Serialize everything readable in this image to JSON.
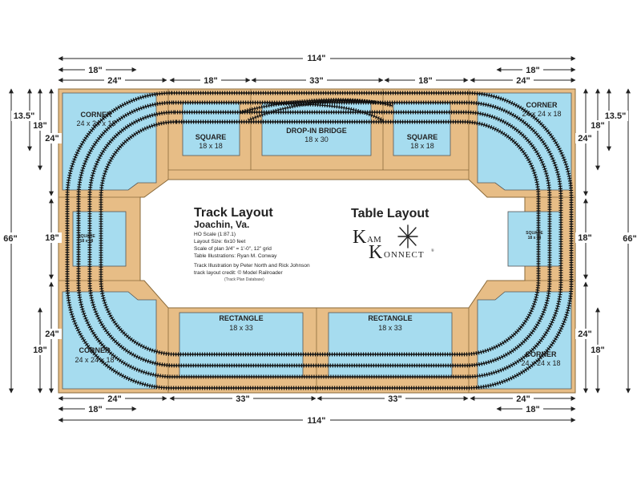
{
  "colors": {
    "table_tan": "#e7bd86",
    "table_edge": "#8a6a3a",
    "module_blue": "#a6dcef",
    "module_edge": "#555555",
    "track": "#111111",
    "dimension": "#222222"
  },
  "dimensions": {
    "top_total": "114\"",
    "top_18_left": "18\"",
    "top_18_right": "18\"",
    "top_24_left": "24\"",
    "top_18_mid_left": "18\"",
    "top_33_mid": "33\"",
    "top_18_mid_right": "18\"",
    "top_24_right": "24\"",
    "bottom_24_left": "24\"",
    "bottom_33_left": "33\"",
    "bottom_33_right": "33\"",
    "bottom_24_right": "24\"",
    "bottom_18_left": "18\"",
    "bottom_18_right": "18\"",
    "bottom_total": "114\"",
    "left_total": "66\"",
    "left_13_5": "13.5\"",
    "left_18_top": "18\"",
    "left_24_top": "24\"",
    "left_18_mid": "18\"",
    "left_24_bottom": "24\"",
    "left_18_bottom": "18\"",
    "right_total": "66\"",
    "right_13_5": "13.5\"",
    "right_18_top": "18\"",
    "right_24_top": "24\"",
    "right_18_mid": "18\"",
    "right_24_bottom": "24\"",
    "right_18_bottom": "18\""
  },
  "modules": {
    "corner_tl": {
      "title": "CORNER",
      "size": "24 x 24 x 18"
    },
    "square_top_left": {
      "title": "SQUARE",
      "size": "18 x 18"
    },
    "drop_in_bridge": {
      "title": "DROP-IN BRIDGE",
      "size": "18 x 30"
    },
    "square_top_right": {
      "title": "SQUARE",
      "size": "18 x 18"
    },
    "corner_tr": {
      "title": "CORNER",
      "size": "24 x 24 x 18"
    },
    "square_left": {
      "title": "SQUARE",
      "size": "18 x 18"
    },
    "square_right": {
      "title": "SQUARE",
      "size": "18 x 18"
    },
    "corner_bl": {
      "title": "CORNER",
      "size": "24 x 24 x 18"
    },
    "rectangle_left": {
      "title": "RECTANGLE",
      "size": "18 x 33"
    },
    "rectangle_right": {
      "title": "RECTANGLE",
      "size": "18 x 33"
    },
    "corner_br": {
      "title": "CORNER",
      "size": "24 x 24 x 18"
    }
  },
  "track_info": {
    "heading": "Track Layout",
    "location": "Joachin, Va.",
    "scale": "HO Scale (1:87.1)",
    "layout_size": "Layout Size: 6x10 feet",
    "plan_scale": "Scale of plan 3/4\" = 1'-0\", 12\" grid",
    "table_illustrations": "Table Illustrations: Ryan M. Conway",
    "track_illustration": "Track Illustration by Peter North and Rick Johnson",
    "credit": "track layout credit: © Model Railroader",
    "database": "(Track Plan Database)"
  },
  "table_info": {
    "heading": "Table Layout",
    "logo_k1": "K",
    "logo_am": "AM",
    "logo_k2": "K",
    "logo_onnect": "ONNECT",
    "logo_tm": "®"
  }
}
